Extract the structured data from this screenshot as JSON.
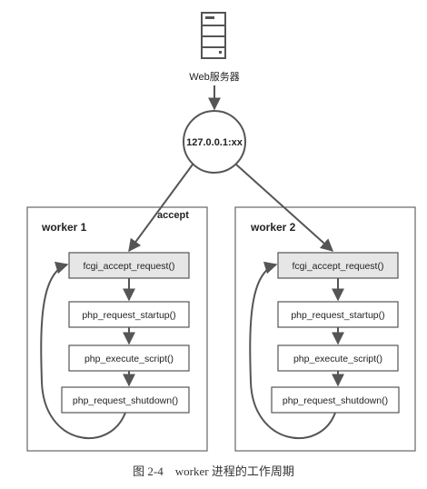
{
  "server": {
    "label": "Web服务器",
    "icon": "server-icon"
  },
  "address": "127.0.0.1:xx",
  "accept_label": "accept",
  "workers": [
    {
      "title": "worker 1",
      "steps": [
        "fcgi_accept_request()",
        "php_request_startup()",
        "php_execute_script()",
        "php_request_shutdown()"
      ]
    },
    {
      "title": "worker 2",
      "steps": [
        "fcgi_accept_request()",
        "php_request_startup()",
        "php_execute_script()",
        "php_request_shutdown()"
      ]
    }
  ],
  "caption": "图 2-4　worker 进程的工作周期",
  "colors": {
    "stroke": "#555555",
    "highlight": "#e6e6e6",
    "box": "#ffffff"
  }
}
